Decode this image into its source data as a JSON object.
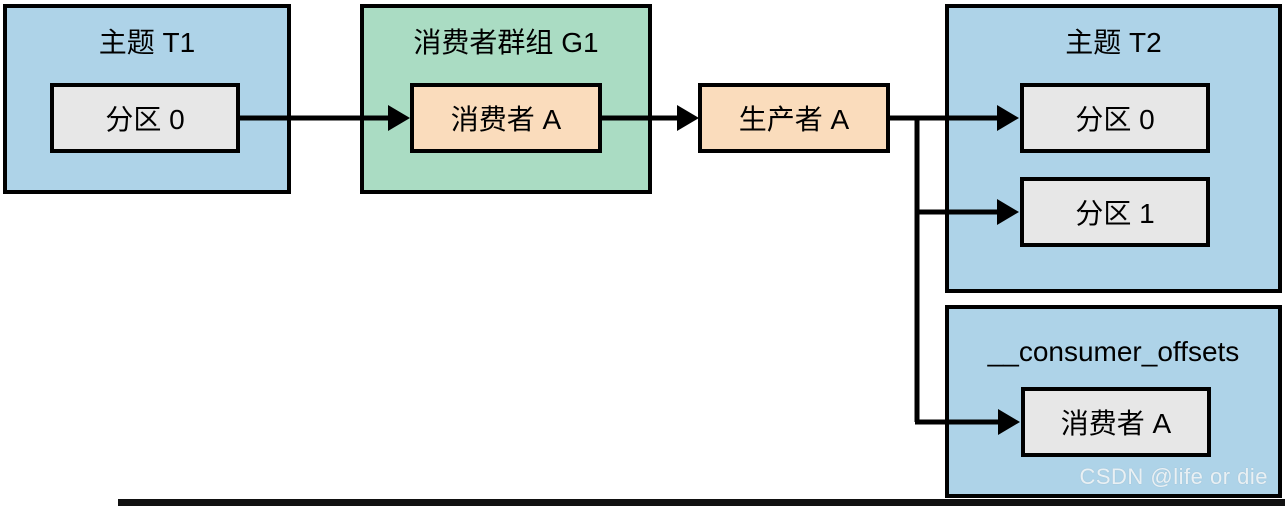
{
  "topic_t1": {
    "title": "主题 T1",
    "partition0": "分区 0"
  },
  "consumer_group_g1": {
    "title": "消费者群组 G1",
    "consumer_a": "消费者 A"
  },
  "producer_a": {
    "label": "生产者 A"
  },
  "topic_t2": {
    "title": "主题 T2",
    "partitions": [
      "分区 0",
      "分区 1"
    ]
  },
  "consumer_offsets": {
    "title": "__consumer_offsets",
    "consumer_a": "消费者 A"
  },
  "watermark": "CSDN @life or die",
  "colors": {
    "topic_fill": "#AED3E8",
    "group_fill": "#AADCC3",
    "actor_fill": "#FADCBC",
    "partition_fill": "#E7E7E7",
    "border": "#000000",
    "arrow": "#000000",
    "watermark_text": "#E3EDF3"
  }
}
